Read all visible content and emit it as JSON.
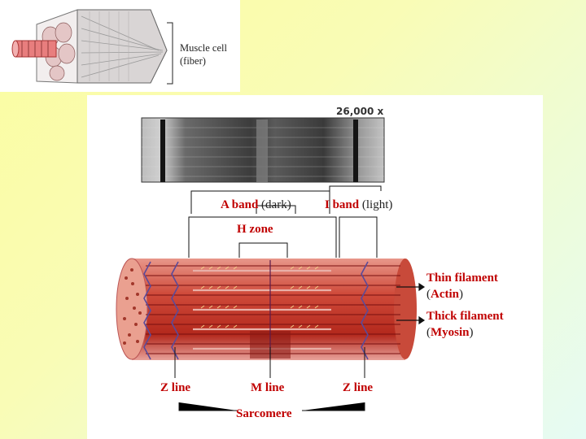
{
  "fiber": {
    "label_line1": "Muscle cell",
    "label_line2": "(fiber)"
  },
  "micrograph": {
    "magnification": "26,000 x"
  },
  "labels": {
    "a_band": "A band",
    "a_band_note": "(dark)",
    "i_band": "I band",
    "i_band_note": "(light)",
    "h_zone": "H zone",
    "thin_filament": "Thin filament",
    "thin_paren_open": "(",
    "actin": "Actin",
    "thin_paren_close": ")",
    "thick_filament": "Thick filament",
    "thick_paren_open": "(",
    "myosin": "Myosin",
    "thick_paren_close": ")",
    "z_line_left": "Z line",
    "m_line": "M line",
    "z_line_right": "Z line",
    "sarcomere": "Sarcomere"
  },
  "colors": {
    "label_red": "#c00000",
    "cylinder_red": "#c83a2a",
    "z_line_purple": "#5a4a9a",
    "pointer_black": "#111111"
  }
}
